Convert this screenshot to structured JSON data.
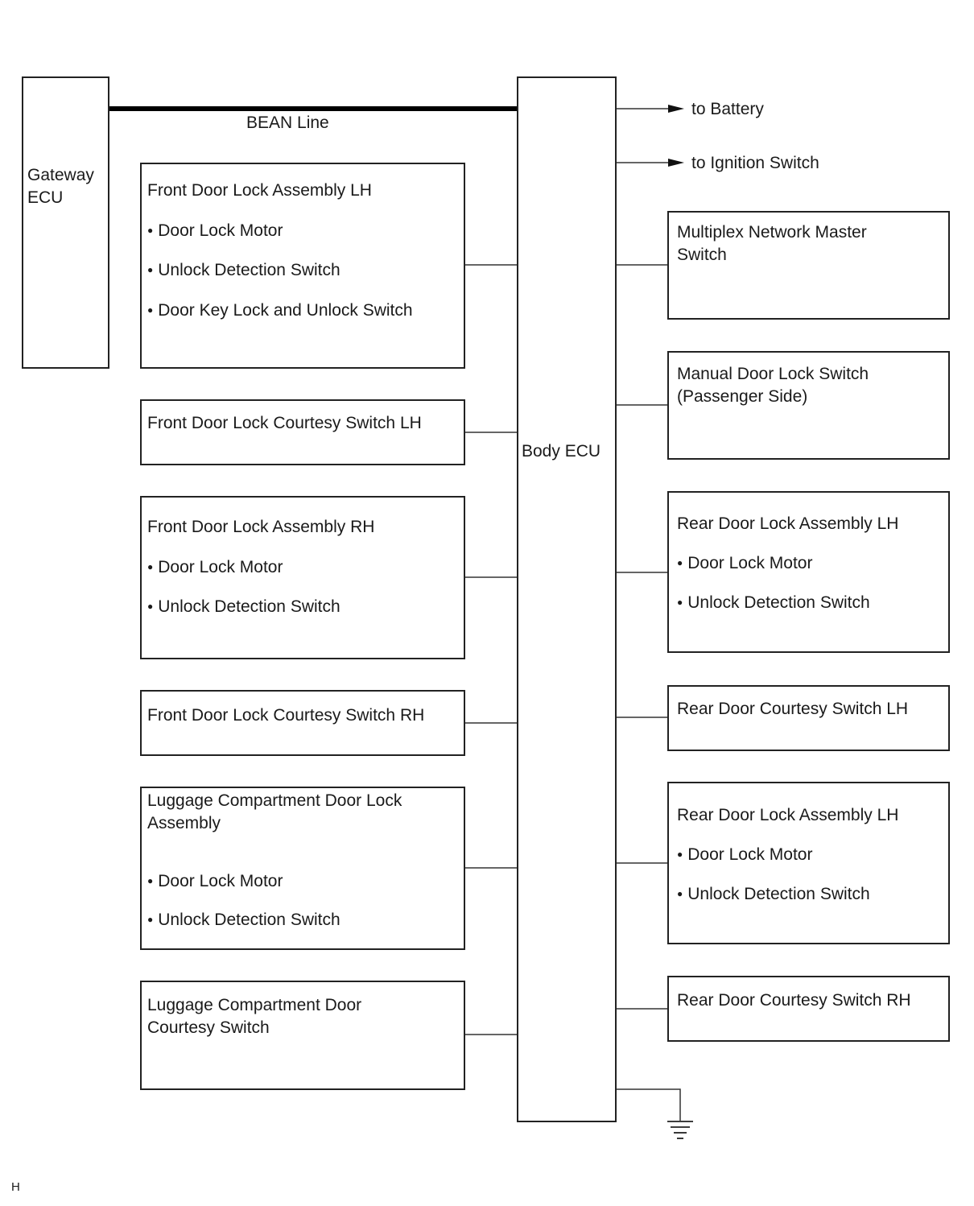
{
  "bean_line_label": "BEAN Line",
  "gateway_ecu": "Gateway\nECU",
  "body_ecu": "Body ECU",
  "outputs": {
    "battery": "to Battery",
    "ignition": "to Ignition Switch"
  },
  "left_components": [
    {
      "title": "Front Door Lock Assembly LH",
      "items": [
        "Door Lock Motor",
        "Unlock Detection Switch",
        "Door Key Lock and Unlock Switch"
      ]
    },
    {
      "title": "Front Door Lock Courtesy Switch LH"
    },
    {
      "title": "Front Door Lock Assembly RH",
      "items": [
        "Door Lock Motor",
        "Unlock Detection Switch"
      ]
    },
    {
      "title": "Front Door Lock Courtesy Switch RH"
    },
    {
      "title": "Luggage Compartment Door Lock\nAssembly",
      "items": [
        "Door Lock Motor",
        "Unlock Detection Switch"
      ]
    },
    {
      "title": "Luggage Compartment Door\nCourtesy Switch"
    }
  ],
  "right_components": [
    {
      "title": "Multiplex Network Master\nSwitch"
    },
    {
      "title": "Manual Door Lock Switch\n(Passenger Side)"
    },
    {
      "title": "Rear Door Lock Assembly LH",
      "items": [
        "Door Lock Motor",
        "Unlock Detection Switch"
      ]
    },
    {
      "title": "Rear Door Courtesy Switch LH"
    },
    {
      "title": "Rear Door Lock Assembly LH",
      "items": [
        "Door Lock Motor",
        "Unlock Detection Switch"
      ]
    },
    {
      "title": "Rear Door Courtesy Switch RH"
    }
  ],
  "corner_mark": "H"
}
